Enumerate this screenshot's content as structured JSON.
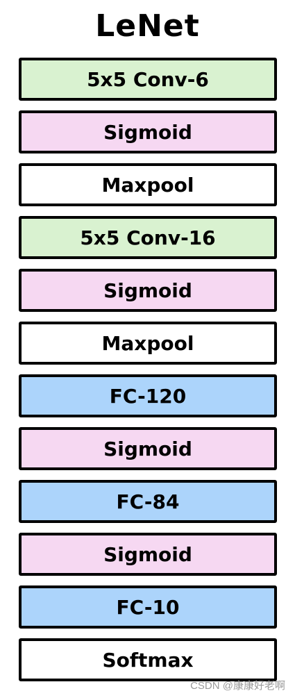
{
  "title": "LeNet",
  "colors": {
    "conv": "#d9f2d0",
    "sigmoid": "#f6d8f2",
    "pool": "#ffffff",
    "fc": "#acd4fb",
    "softmax": "#ffffff",
    "border": "#000000"
  },
  "layers": [
    {
      "label": "5x5 Conv-6",
      "kind": "conv"
    },
    {
      "label": "Sigmoid",
      "kind": "sigmoid"
    },
    {
      "label": "Maxpool",
      "kind": "pool"
    },
    {
      "label": "5x5 Conv-16",
      "kind": "conv"
    },
    {
      "label": "Sigmoid",
      "kind": "sigmoid"
    },
    {
      "label": "Maxpool",
      "kind": "pool"
    },
    {
      "label": "FC-120",
      "kind": "fc"
    },
    {
      "label": "Sigmoid",
      "kind": "sigmoid"
    },
    {
      "label": "FC-84",
      "kind": "fc"
    },
    {
      "label": "Sigmoid",
      "kind": "sigmoid"
    },
    {
      "label": "FC-10",
      "kind": "fc"
    },
    {
      "label": "Softmax",
      "kind": "softmax"
    }
  ],
  "watermark": "CSDN @康康好老啊"
}
